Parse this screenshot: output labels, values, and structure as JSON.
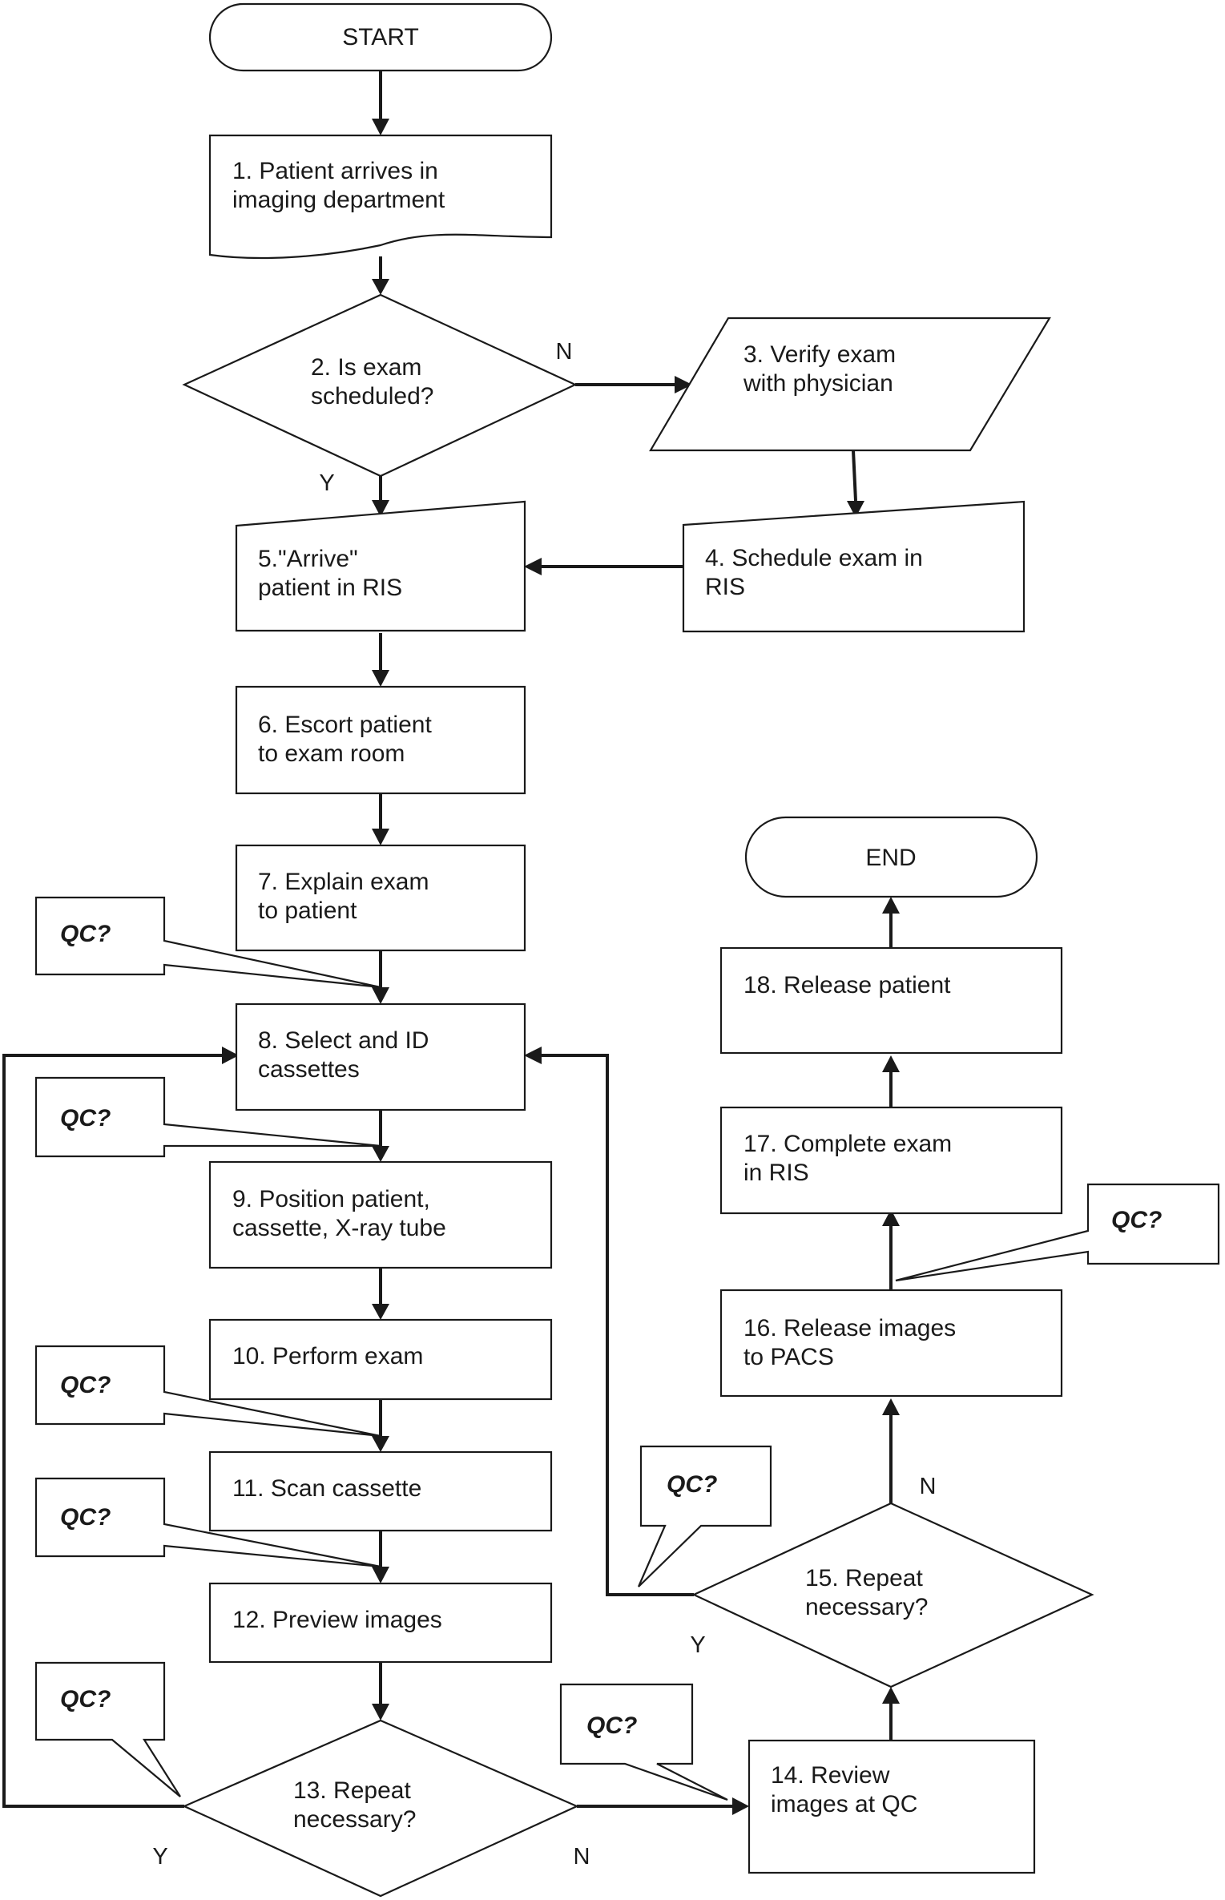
{
  "start": "START",
  "end": "END",
  "qc_label": "QC?",
  "nodes": {
    "n1": [
      "1. Patient arrives in",
      "imaging department"
    ],
    "n2": [
      "2. Is exam",
      "scheduled?"
    ],
    "n3": [
      "3. Verify exam",
      "with physician"
    ],
    "n4": [
      "4. Schedule exam in",
      "RIS"
    ],
    "n5": [
      "5.\"Arrive\"",
      "patient in RIS"
    ],
    "n6": [
      "6. Escort patient",
      "to exam room"
    ],
    "n7": [
      "7. Explain exam",
      "to patient"
    ],
    "n8": [
      "8. Select and ID",
      "cassettes"
    ],
    "n9": [
      "9. Position patient,",
      "cassette, X-ray tube"
    ],
    "n10": [
      "10. Perform exam"
    ],
    "n11": [
      "11. Scan cassette"
    ],
    "n12": [
      "12. Preview images"
    ],
    "n13": [
      "13. Repeat",
      "necessary?"
    ],
    "n14": [
      "14. Review",
      "images at QC"
    ],
    "n15": [
      "15. Repeat",
      "necessary?"
    ],
    "n16": [
      "16. Release images",
      "to PACS"
    ],
    "n17": [
      "17. Complete exam",
      "in RIS"
    ],
    "n18": [
      "18. Release patient"
    ]
  },
  "branch_labels": {
    "n2_no": "N",
    "n2_yes": "Y",
    "n13_yes": "Y",
    "n13_no": "N",
    "n15_no": "N",
    "n15_yes": "Y"
  }
}
